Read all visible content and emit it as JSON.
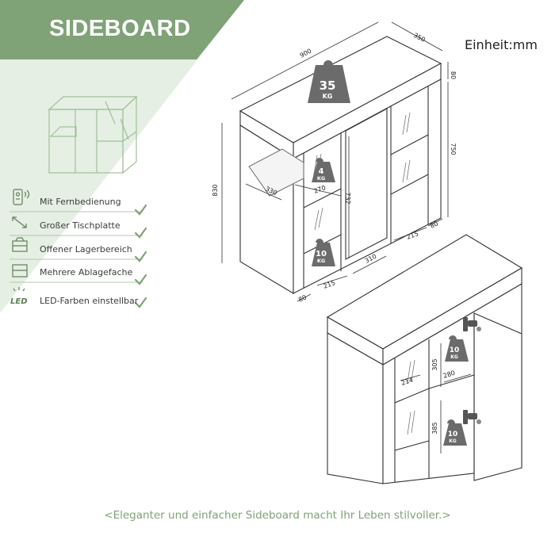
{
  "header": {
    "title": "SIDEBOARD"
  },
  "unit_label": "Einheit:mm",
  "features": [
    {
      "label": "Mit Fernbedienung",
      "icon": "remote-control-icon"
    },
    {
      "label": "Großer Tischplatte",
      "icon": "expand-arrows-icon"
    },
    {
      "label": "Offener Lagerbereich",
      "icon": "open-storage-icon"
    },
    {
      "label": "Mehrere Ablagefache",
      "icon": "shelves-icon"
    },
    {
      "label": "LED-Farben einstellbar",
      "icon": "led-light-icon"
    }
  ],
  "badges": {
    "top_load": {
      "value": "35",
      "unit": "KG"
    },
    "upper_shelf_load": {
      "value": "4",
      "unit": "KG"
    },
    "lower_shelf_load": {
      "value": "10",
      "unit": "KG"
    },
    "side_upper_load": {
      "value": "10",
      "unit": "KG"
    },
    "side_lower_load": {
      "value": "10",
      "unit": "KG"
    },
    "led_badge": "LED"
  },
  "dimensions": {
    "width": "900",
    "depth": "350",
    "top_thickness": "80",
    "body_height": "750",
    "total_height": "830",
    "shelf_depth": "330",
    "shelf_inner": "270",
    "inner_height": "732",
    "door_width": "310",
    "side_bottom_left": "215",
    "side_bottom_right": "215",
    "bottom_right_80": "80",
    "bottom_left_80": "80",
    "right_upper_305": "305",
    "right_upper_280": "280",
    "right_lower_385": "385",
    "right_shelf_214": "214"
  },
  "caption": "<Eleganter und einfacher Sideboard macht Ihr Leben stilvoller.>",
  "colors": {
    "accent_green": "#7fa277",
    "panel_green": "#e6efe4",
    "check_green": "#7fa277",
    "badge_gray": "#6b6b6b"
  }
}
